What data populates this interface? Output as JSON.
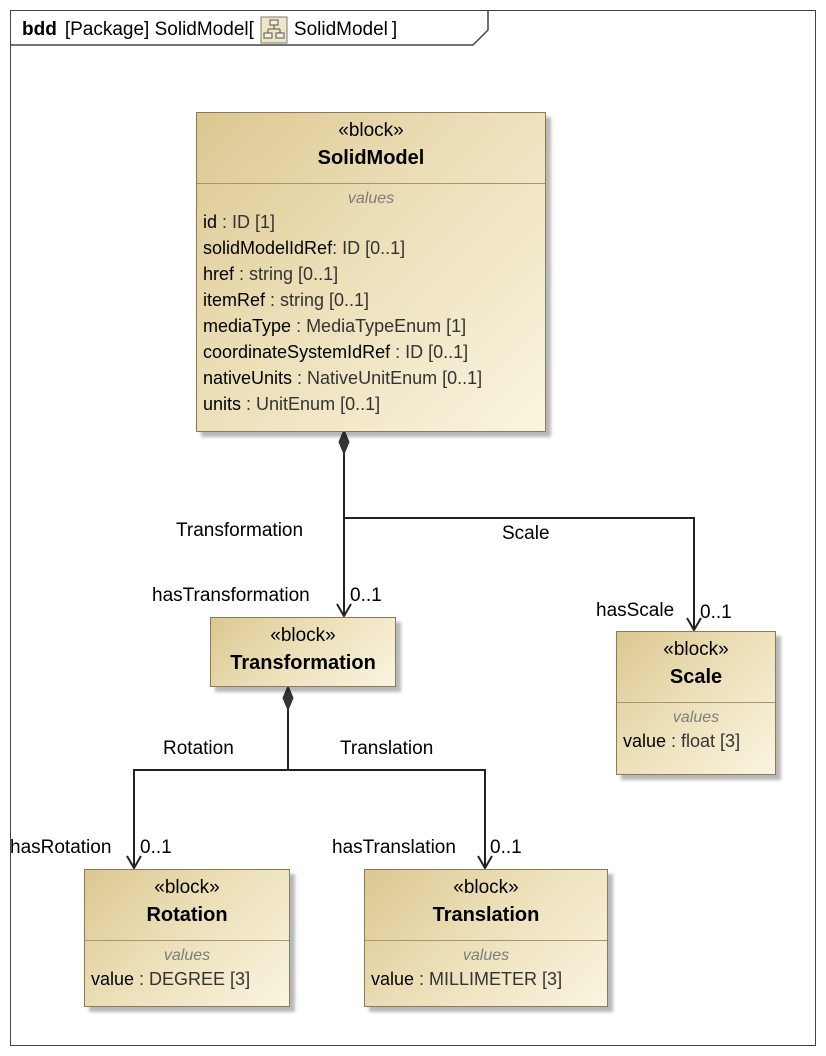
{
  "frame": {
    "kind": "bdd",
    "title_prefix": "[Package] SolidModel[",
    "title_name": "SolidModel",
    "title_suffix": "]",
    "icon": "package-diagram-icon"
  },
  "blocks": {
    "solidmodel": {
      "stereotype": "«block»",
      "name": "SolidModel",
      "compartment": "values",
      "attributes": [
        {
          "name": "id",
          "type": " : ID [1]"
        },
        {
          "name": "solidModelIdRef",
          "type": ": ID [0..1]"
        },
        {
          "name": "href",
          "type": " : string [0..1]"
        },
        {
          "name": "itemRef",
          "type": " : string [0..1]"
        },
        {
          "name": "mediaType",
          "type": " : MediaTypeEnum [1]"
        },
        {
          "name": "coordinateSystemIdRef",
          "type": " : ID [0..1]"
        },
        {
          "name": "nativeUnits",
          "type": " : NativeUnitEnum [0..1]"
        },
        {
          "name": "units",
          "type": " : UnitEnum [0..1]"
        }
      ]
    },
    "transformation": {
      "stereotype": "«block»",
      "name": "Transformation"
    },
    "scale": {
      "stereotype": "«block»",
      "name": "Scale",
      "compartment": "values",
      "attributes": [
        {
          "name": "value",
          "type": " : float [3]"
        }
      ]
    },
    "rotation": {
      "stereotype": "«block»",
      "name": "Rotation",
      "compartment": "values",
      "attributes": [
        {
          "name": "value",
          "type": " : DEGREE [3]"
        }
      ]
    },
    "translation": {
      "stereotype": "«block»",
      "name": "Translation",
      "compartment": "values",
      "attributes": [
        {
          "name": "value",
          "type": " : MILLIMETER [3]"
        }
      ]
    }
  },
  "associations": {
    "transformation": {
      "name": "Transformation",
      "role": "hasTransformation",
      "multiplicity": "0..1"
    },
    "scale": {
      "name": "Scale",
      "role": "hasScale",
      "multiplicity": "0..1"
    },
    "rotation": {
      "name": "Rotation",
      "role": "hasRotation",
      "multiplicity": "0..1"
    },
    "translation": {
      "name": "Translation",
      "role": "hasTranslation",
      "multiplicity": "0..1"
    }
  }
}
